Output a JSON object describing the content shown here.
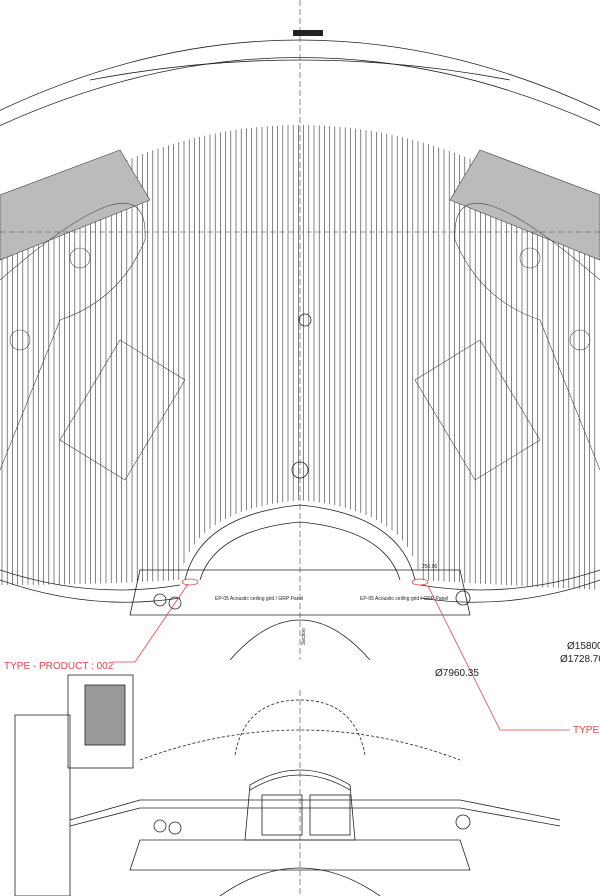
{
  "drawing": {
    "callouts": {
      "type_product_left": "TYPE - PRODUCT : 002",
      "type_right": "TYPE"
    },
    "dimensions": {
      "d1": "Ø7960.35",
      "d2": "Ø15800",
      "d3": "Ø1728.70",
      "d4": "250.00"
    },
    "section_label": "Section",
    "panel_note": "EP-05 Acoustic ceiling grid / GRP Panel",
    "colors": {
      "line": "#222222",
      "callout": "#e8424a"
    }
  }
}
